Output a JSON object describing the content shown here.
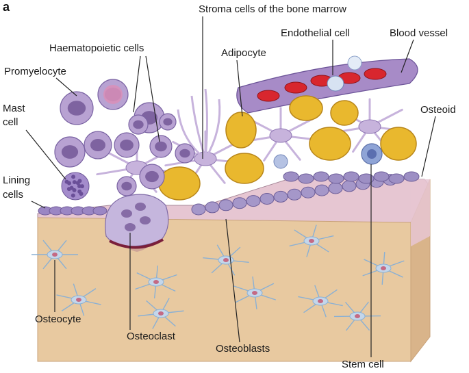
{
  "figure": {
    "panel_letter": "a",
    "labels": {
      "stroma_cells": "Stroma cells of the bone marrow",
      "haematopoietic": "Haematopoietic cells",
      "endothelial": "Endothelial cell",
      "blood_vessel": "Blood vessel",
      "promyelocyte": "Promyelocyte",
      "adipocyte": "Adipocyte",
      "mast_cell_line1": "Mast",
      "mast_cell_line2": "cell",
      "osteoid": "Osteoid",
      "lining_line1": "Lining",
      "lining_line2": "cells",
      "osteocyte": "Osteocyte",
      "osteoclast": "Osteoclast",
      "osteoblasts": "Osteoblasts",
      "stem_cell": "Stem cell"
    }
  },
  "colors": {
    "bone": "#e8c9a0",
    "bone_dark": "#c9a27a",
    "bone_side": "#d9b48a",
    "osteoid": "#e6c6d2",
    "stroma": "#c7b3dc",
    "haematopoietic": "#b8a2d2",
    "nucleus": "#6b4d8f",
    "adipocyte": "#e9b82e",
    "adipocyte_dark": "#b8861a",
    "vessel": "#a78bc7",
    "rbc": "#d8262e",
    "stem": "#8fa4d6",
    "osteocyte_net": "#8ab0d4",
    "leader": "#222222"
  }
}
